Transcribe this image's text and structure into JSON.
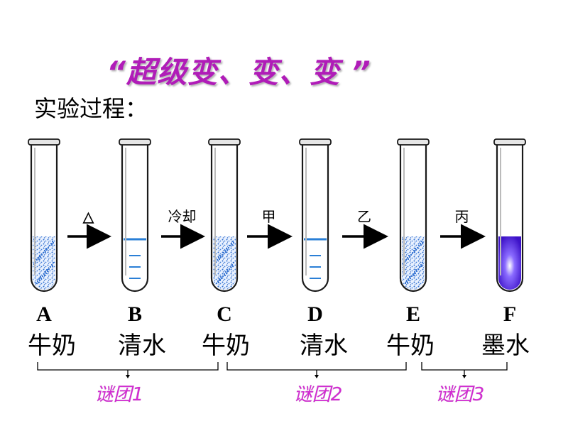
{
  "title": "“超级变、变、变 ”",
  "subtitle": "实验过程：",
  "tubes": [
    {
      "letter": "A",
      "label": "牛奶",
      "content": "milk"
    },
    {
      "letter": "B",
      "label": "清水",
      "content": "water"
    },
    {
      "letter": "C",
      "label": "牛奶",
      "content": "milk"
    },
    {
      "letter": "D",
      "label": "清水",
      "content": "water"
    },
    {
      "letter": "E",
      "label": "牛奶",
      "content": "milk"
    },
    {
      "letter": "F",
      "label": "墨水",
      "content": "ink"
    }
  ],
  "arrows": [
    {
      "label": "△"
    },
    {
      "label": "冷却"
    },
    {
      "label": "甲"
    },
    {
      "label": "乙"
    },
    {
      "label": "丙"
    }
  ],
  "mysteries": [
    {
      "label": "谜团1"
    },
    {
      "label": "谜团2"
    },
    {
      "label": "谜团3"
    }
  ],
  "colors": {
    "title": "#b01cb8",
    "mystery": "#d22bd2",
    "water_line": "#2a7fd6",
    "milk_speckle": "#2f6fd0",
    "ink": "#5a1fd6",
    "tube_outline": "#1a1a1a"
  }
}
